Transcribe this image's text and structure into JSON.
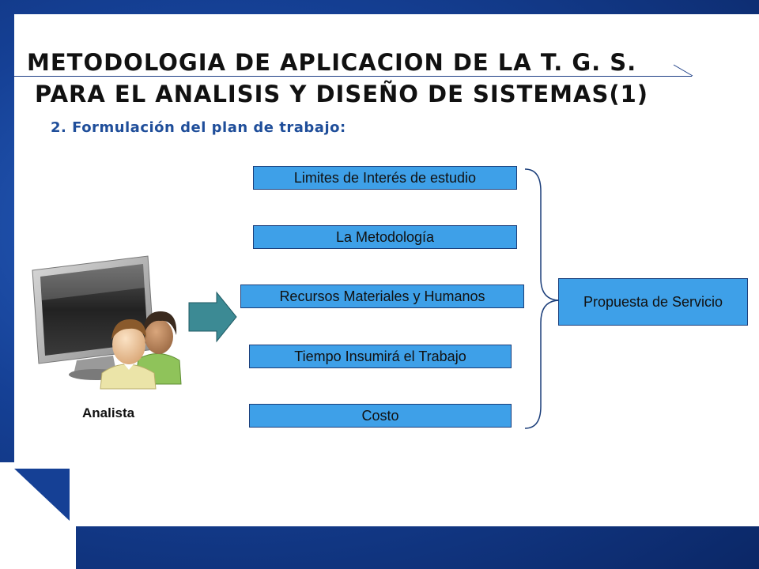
{
  "slide": {
    "title_line1": "METODOLOGIA DE APLICACION DE LA T. G. S.",
    "title_line2": "PARA EL ANALISIS Y DISEÑO DE SISTEMAS(1)",
    "subtitle": "2. Formulación del plan de trabajo:"
  },
  "diagram": {
    "actor_label": "Analista",
    "items": [
      "Limites de Interés de estudio",
      "La Metodología",
      "Recursos Materiales y Humanos",
      "Tiempo Insumirá el Trabajo",
      "Costo"
    ],
    "result": "Propuesta de Servicio"
  },
  "colors": {
    "box_fill": "#3ea0e8",
    "arrow_fill": "#3c8a94",
    "frame_blue": "#154095"
  },
  "icons": {
    "actor": "computer-users-icon",
    "flow": "right-arrow-icon",
    "group": "curly-brace-icon"
  }
}
